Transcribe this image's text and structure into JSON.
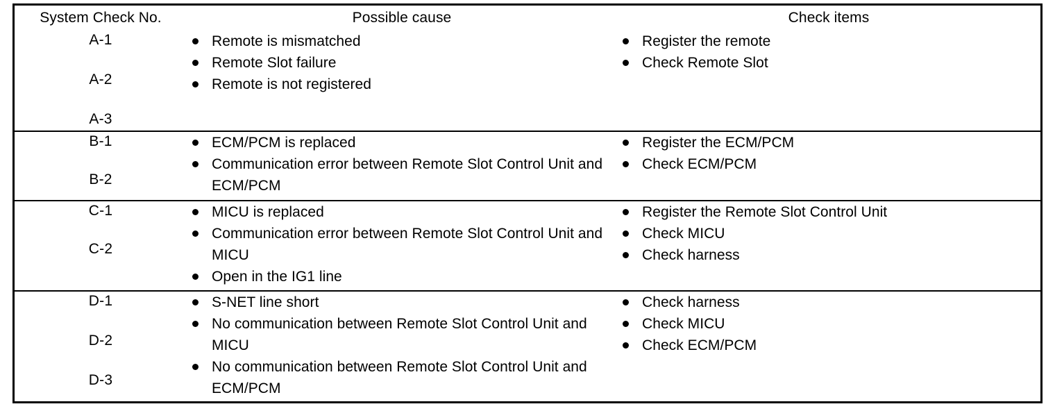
{
  "table": {
    "headers": [
      "System Check No.",
      "Possible cause",
      "Check items"
    ],
    "rows": [
      {
        "id": "row-a",
        "codes": [
          "A-1",
          "A-2",
          "A-3"
        ],
        "possible_cause": [
          "Remote is mismatched",
          "Remote Slot failure",
          "Remote is not registered"
        ],
        "check_items": [
          "Register the remote",
          "Check Remote Slot"
        ]
      },
      {
        "id": "row-b",
        "codes": [
          "B-1",
          "B-2"
        ],
        "possible_cause": [
          "ECM/PCM is replaced",
          "Communication error between Remote Slot Control Unit and ECM/PCM"
        ],
        "check_items": [
          "Register the ECM/PCM",
          "Check ECM/PCM"
        ]
      },
      {
        "id": "row-c",
        "codes": [
          "C-1",
          "C-2"
        ],
        "possible_cause": [
          "MICU is replaced",
          "Communication error between Remote Slot Control Unit and MICU",
          "Open in the IG1 line"
        ],
        "check_items": [
          "Register the Remote Slot Control Unit",
          "Check MICU",
          "Check harness"
        ]
      },
      {
        "id": "row-d",
        "codes": [
          "D-1",
          "D-2",
          "D-3"
        ],
        "possible_cause": [
          "S-NET line short",
          "No communication between Remote Slot Control Unit and MICU",
          "No communication between Remote Slot Control Unit and ECM/PCM"
        ],
        "check_items": [
          "Check harness",
          "Check MICU",
          "Check ECM/PCM"
        ]
      }
    ]
  },
  "colors": {
    "border": "#000000",
    "text": "#000000",
    "background": "#ffffff"
  }
}
